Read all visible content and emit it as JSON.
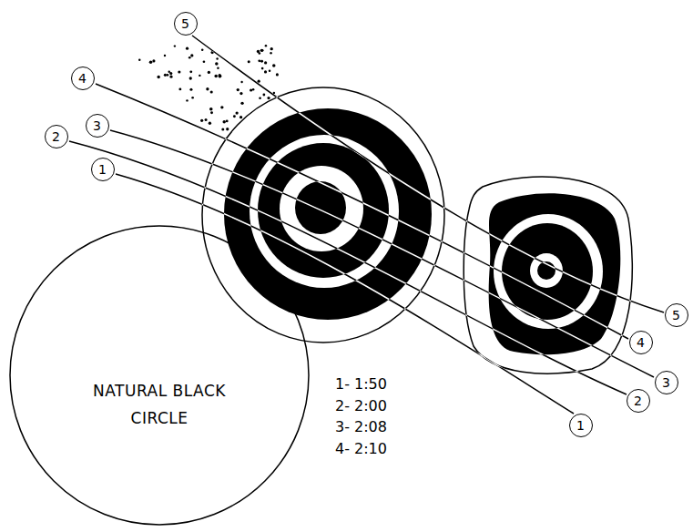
{
  "diagram": {
    "nodes": [
      {
        "text": [
          "NATURAL BLACK CIRCLE"
        ]
      }
    ],
    "labels": [
      "5",
      "4",
      "3",
      "2",
      "1",
      "5",
      "4",
      "3",
      "2",
      "1",
      "1- 1:50",
      "2- 2:00",
      "3- 2:08",
      "4- 2:10"
    ]
  }
}
